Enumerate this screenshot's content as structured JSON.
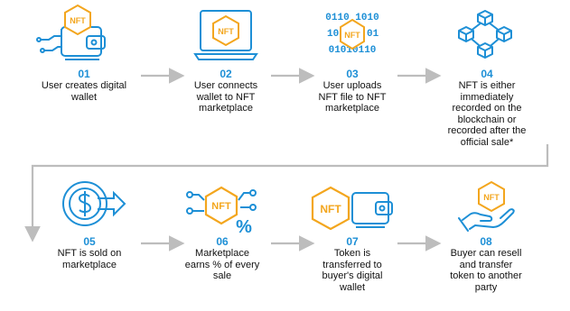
{
  "colors": {
    "blue": "#1d8fd6",
    "gold": "#f3a61e",
    "arrow": "#bdbdbd",
    "text": "#111111"
  },
  "steps": [
    {
      "number": "01",
      "description": "User creates digital\nwallet",
      "icon": "wallet-icon"
    },
    {
      "number": "02",
      "description": "User connects\nwallet to NFT\nmarketplace",
      "icon": "laptop-icon"
    },
    {
      "number": "03",
      "description": "User uploads\nNFT file to NFT\nmarketplace",
      "icon": "binary-file-icon"
    },
    {
      "number": "04",
      "description": "NFT is either\nimmediately\nrecorded on the\nblockchain or\nrecorded after the\nofficial sale*",
      "icon": "blockchain-icon"
    },
    {
      "number": "05",
      "description": "NFT is sold on\nmarketplace",
      "icon": "coin-sale-icon"
    },
    {
      "number": "06",
      "description": "Marketplace\nearns % of every\nsale",
      "icon": "nft-percent-icon"
    },
    {
      "number": "07",
      "description": "Token is\ntransferred to\nbuyer's digital\nwallet",
      "icon": "token-wallet-icon"
    },
    {
      "number": "08",
      "description": "Buyer can resell\nand transfer\ntoken to another\nparty",
      "icon": "hand-nft-icon"
    }
  ],
  "icon_text": {
    "nft": "NFT",
    "percent": "%",
    "bits_row1": "0110 1010",
    "bits_row2": "10",
    "bits_row2b": "01",
    "bits_row3": "01010110"
  }
}
